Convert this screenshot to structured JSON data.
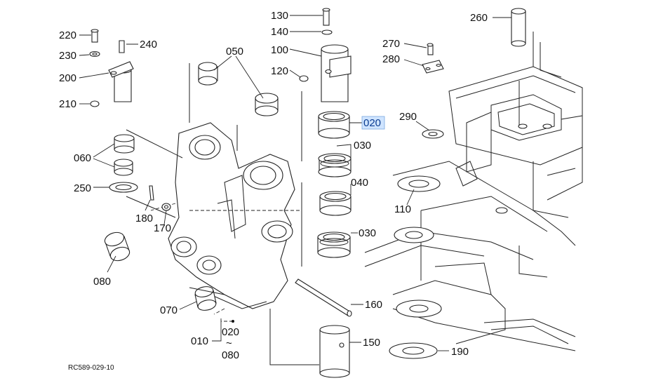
{
  "labels": {
    "p130": "130",
    "p140": "140",
    "p100": "100",
    "p120": "120",
    "p020": "020",
    "p030a": "030",
    "p040": "040",
    "p030b": "030",
    "p160": "160",
    "p150": "150",
    "p220": "220",
    "p230": "230",
    "p240": "240",
    "p200": "200",
    "p210": "210",
    "p050": "050",
    "p060": "060",
    "p250": "250",
    "p180": "180",
    "p170": "170",
    "p080": "080",
    "p070": "070",
    "p010": "010",
    "range_start": "020",
    "range_tilde": "~",
    "range_end": "080",
    "p260": "260",
    "p270": "270",
    "p280": "280",
    "p290": "290",
    "p110": "110",
    "p190": "190"
  },
  "selected_part": "020",
  "accent_color": "#0b3d91",
  "highlight_color": "#cfe4ff",
  "footer": {
    "reference": "RC589-029-10"
  }
}
